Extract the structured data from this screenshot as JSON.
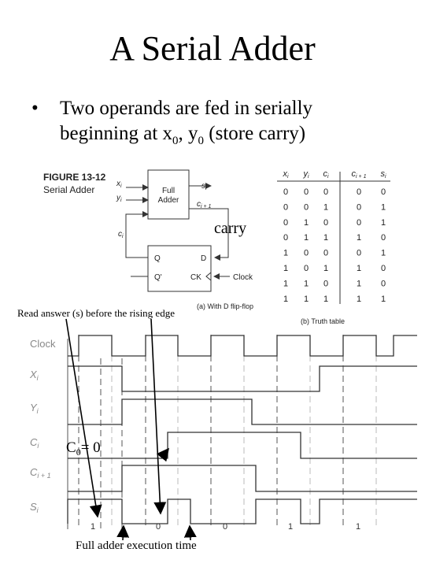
{
  "slide": {
    "title": "A Serial Adder",
    "bullet": "•",
    "bullet_line1": "Two operands are fed in serially",
    "bullet_line2": "beginning at  x",
    "bullet_sub0a": "0",
    "bullet_mid": ", y",
    "bullet_sub0b": "0",
    "bullet_tail": " (store carry)"
  },
  "figure": {
    "label1": "FIGURE 13-12",
    "label2": "Serial Adder",
    "full_adder": [
      "Full",
      "Adder"
    ],
    "in_x": "x",
    "in_y": "y",
    "in_sub": "i",
    "out_s": "s",
    "out_s_sub": "i",
    "out_c": "c",
    "out_c_sub": "i + 1",
    "fb_c": "c",
    "fb_c_sub": "i",
    "ff_q": "Q",
    "ff_qp": "Q'",
    "ff_d": "D",
    "ff_ck": "CK",
    "clock_in": "Clock",
    "carry_note": "carry",
    "caption_a": "(a) With D flip-flop",
    "caption_b": "(b) Truth table"
  },
  "truth_table": {
    "headers": [
      "x",
      "y",
      "c",
      "c",
      "s"
    ],
    "header_subs": [
      "i",
      "i",
      "i",
      "i + 1",
      "i"
    ],
    "rows": [
      [
        "0",
        "0",
        "0",
        "0",
        "0"
      ],
      [
        "0",
        "0",
        "1",
        "0",
        "1"
      ],
      [
        "0",
        "1",
        "0",
        "0",
        "1"
      ],
      [
        "0",
        "1",
        "1",
        "1",
        "0"
      ],
      [
        "1",
        "0",
        "0",
        "0",
        "1"
      ],
      [
        "1",
        "0",
        "1",
        "1",
        "0"
      ],
      [
        "1",
        "1",
        "0",
        "1",
        "0"
      ],
      [
        "1",
        "1",
        "1",
        "1",
        "1"
      ]
    ]
  },
  "timing": {
    "annotation_top": "Read answer (s) before the rising edge",
    "annotation_bottom": "Full adder execution time",
    "c0_label": "C",
    "c0_sub": "0",
    "c0_value": "= 0",
    "signals": [
      {
        "name": "Clock",
        "sub": ""
      },
      {
        "name": "X",
        "sub": "i"
      },
      {
        "name": "Y",
        "sub": "i"
      },
      {
        "name": "C",
        "sub": "i"
      },
      {
        "name": "C",
        "sub": "i + 1"
      },
      {
        "name": "S",
        "sub": "i"
      }
    ],
    "bit_labels": [
      "1",
      "0",
      "0",
      "1",
      "1"
    ]
  }
}
